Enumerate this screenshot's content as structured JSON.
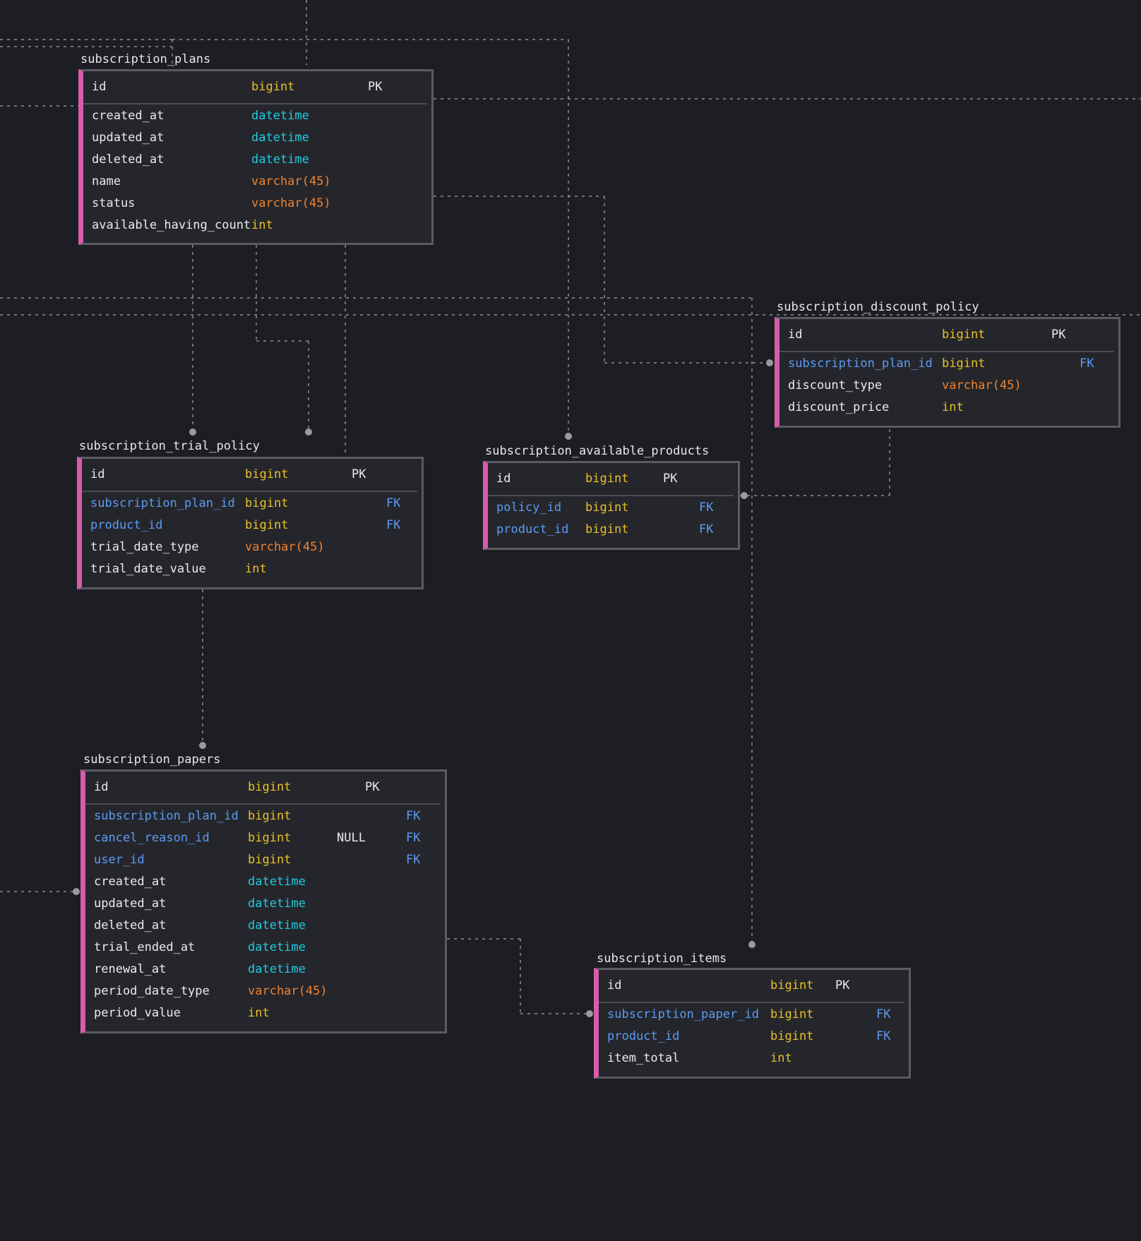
{
  "colors": {
    "background": "#1d1e23",
    "table_bg": "#25262b",
    "table_border": "#5a5b63",
    "accent_bar": "#d85cac",
    "column_name": "#ebebed",
    "fk_column": "#5c9bf5",
    "type_bigint_int": "#e8c02a",
    "type_datetime": "#1fcbe3",
    "type_varchar": "#ee8332",
    "edge": "#8e8f96"
  },
  "tables": [
    {
      "key": "plans",
      "name": "subscription_plans",
      "columns": [
        {
          "name": "id",
          "type": "bigint",
          "key": "PK"
        },
        {
          "name": "created_at",
          "type": "datetime"
        },
        {
          "name": "updated_at",
          "type": "datetime"
        },
        {
          "name": "deleted_at",
          "type": "datetime"
        },
        {
          "name": "name",
          "type": "varchar(45)"
        },
        {
          "name": "status",
          "type": "varchar(45)"
        },
        {
          "name": "available_having_count",
          "type": "int"
        }
      ]
    },
    {
      "key": "trial",
      "name": "subscription_trial_policy",
      "columns": [
        {
          "name": "id",
          "type": "bigint",
          "key": "PK"
        },
        {
          "name": "subscription_plan_id",
          "type": "bigint",
          "key": "FK"
        },
        {
          "name": "product_id",
          "type": "bigint",
          "key": "FK"
        },
        {
          "name": "trial_date_type",
          "type": "varchar(45)"
        },
        {
          "name": "trial_date_value",
          "type": "int"
        }
      ]
    },
    {
      "key": "available",
      "name": "subscription_available_products",
      "columns": [
        {
          "name": "id",
          "type": "bigint",
          "key": "PK"
        },
        {
          "name": "policy_id",
          "type": "bigint",
          "key": "FK"
        },
        {
          "name": "product_id",
          "type": "bigint",
          "key": "FK"
        }
      ]
    },
    {
      "key": "discount",
      "name": "subscription_discount_policy",
      "columns": [
        {
          "name": "id",
          "type": "bigint",
          "key": "PK"
        },
        {
          "name": "subscription_plan_id",
          "type": "bigint",
          "key": "FK"
        },
        {
          "name": "discount_type",
          "type": "varchar(45)"
        },
        {
          "name": "discount_price",
          "type": "int"
        }
      ]
    },
    {
      "key": "papers",
      "name": "subscription_papers",
      "columns": [
        {
          "name": "id",
          "type": "bigint",
          "key": "PK"
        },
        {
          "name": "subscription_plan_id",
          "type": "bigint",
          "key": "FK"
        },
        {
          "name": "cancel_reason_id",
          "type": "bigint",
          "null": "NULL",
          "key": "FK"
        },
        {
          "name": "user_id",
          "type": "bigint",
          "key": "FK"
        },
        {
          "name": "created_at",
          "type": "datetime"
        },
        {
          "name": "updated_at",
          "type": "datetime"
        },
        {
          "name": "deleted_at",
          "type": "datetime"
        },
        {
          "name": "trial_ended_at",
          "type": "datetime"
        },
        {
          "name": "renewal_at",
          "type": "datetime"
        },
        {
          "name": "period_date_type",
          "type": "varchar(45)"
        },
        {
          "name": "period_value",
          "type": "int"
        }
      ]
    },
    {
      "key": "items",
      "name": "subscription_items",
      "columns": [
        {
          "name": "id",
          "type": "bigint",
          "key": "PK"
        },
        {
          "name": "subscription_paper_id",
          "type": "bigint",
          "key": "FK"
        },
        {
          "name": "product_id",
          "type": "bigint",
          "key": "FK"
        },
        {
          "name": "item_total",
          "type": "int"
        }
      ]
    }
  ]
}
